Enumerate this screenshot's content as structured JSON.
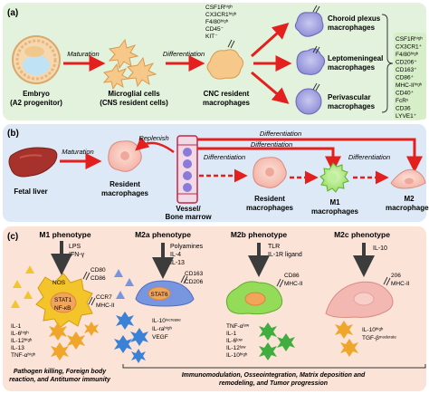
{
  "colors": {
    "panel_a": "#e3f2dc",
    "panel_b": "#dde9f6",
    "panel_c": "#fbe3d8",
    "arrow_red": "#e4201e",
    "arrow_grey": "#3c3c3c",
    "m1": "#f4c52a",
    "m2a": "#7896e0",
    "m2b": "#94db5a",
    "m2c": "#f4b8b3",
    "stat": "#f2a55a",
    "spiky": "#f0a62a",
    "marker_box": "#d7efc9"
  },
  "panel_a": {
    "label": "(a)",
    "embryo_line1": "Embryo",
    "embryo_line2": "(A2 progenitor)",
    "maturation": "Maturation",
    "microglia_line1": "Microglial cells",
    "microglia_line2": "(CNS resident cells)",
    "differentiation": "Differentiation",
    "cnc_line1": "CNC resident",
    "cnc_line2": "macrophages",
    "cnc_markers": [
      "CSF1Rʰⁱᵍʰ",
      "CX3CR1ʰⁱᵍʰ",
      "F4/80ʰⁱᵍʰ",
      "CD45⁻",
      "KIT⁻"
    ],
    "choroid_line1": "Choroid plexus",
    "choroid_line2": "macrophages",
    "lepto_line1": "Leptomeningeal",
    "lepto_line2": "macrophages",
    "periv_line1": "Perivascular",
    "periv_line2": "macrophages",
    "markers": [
      "CSF1Rʰⁱᵍʰ",
      "CX3CR1⁺",
      "F4/80ʰⁱᵍʰ",
      "CD206⁺",
      "CD163⁺",
      "CD86⁺",
      "MHC-IIʰⁱᵍʰ",
      "CD40⁺",
      "FcRⁿ",
      "CD36",
      "LYVE1⁺"
    ]
  },
  "panel_b": {
    "label": "(b)",
    "fetal_liver": "Fetal liver",
    "maturation": "Maturation",
    "replenish": "Replenish",
    "resident1_line1": "Resident",
    "resident1_line2": "macrophages",
    "vessel_line1": "Vessel/",
    "vessel_line2": "Bone marrow",
    "differentiation": "Differentiation",
    "resident2_line1": "Resident",
    "resident2_line2": "macrophages",
    "m1_line1": "M1",
    "m1_line2": "macrophages",
    "m2_line1": "M2",
    "m2_line2": "macrophages"
  },
  "panel_c": {
    "label": "(c)",
    "m1": {
      "title": "M1 phenotype",
      "stimuli": [
        "LPS",
        "IFN-γ"
      ],
      "receptors": [
        "CD80",
        "CD86"
      ],
      "nucleus": [
        "NOS",
        "STAT1",
        "NF-κB"
      ],
      "receptors2": [
        "CCR7",
        "MHC-II"
      ],
      "secreted": [
        "IL-1",
        "IL-6ʰⁱᵍʰ",
        "IL-12ʰⁱᵍʰ",
        "IL-13",
        "TNF-αʰⁱᵍʰ"
      ],
      "footer_line1": "Pathogen killing, Foreign body",
      "footer_line2": "reaction, and Antitumor immunity"
    },
    "m2a": {
      "title": "M2a phenotype",
      "stimuli": [
        "Polyamines",
        "IL-4",
        "IL-13"
      ],
      "receptors": [
        "CD163",
        "CD206"
      ],
      "nucleus": "STAT6",
      "secreted": [
        "IL-10ⁱⁿᶜʳᵉᵃˢᵉ",
        "IL-raʰⁱᵍʰ",
        "VEGF"
      ]
    },
    "m2b": {
      "title": "M2b phenotype",
      "stimuli": [
        "TLR",
        "IL-1R ligand"
      ],
      "receptors": [
        "CD86",
        "MHC-II"
      ],
      "secreted": [
        "TNF-αˡᵒʷ",
        "IL-1",
        "IL-6ˡᵒʷ",
        "IL-12ˡᵒʷ",
        "IL-10ʰⁱᵍʰ"
      ]
    },
    "m2c": {
      "title": "M2c phenotype",
      "stimuli": [
        "IL-10"
      ],
      "receptors": [
        "206",
        "MHC-II"
      ],
      "secreted": [
        "IL-10ʰⁱᵍʰ",
        "TGF-βᵐᵒᵈᵉʳᵃᵗᵉ"
      ]
    },
    "footer_line1": "Immunomodulation, Osseointegration, Matrix deposition and",
    "footer_line2": "remodeling, and Tumor progression"
  }
}
